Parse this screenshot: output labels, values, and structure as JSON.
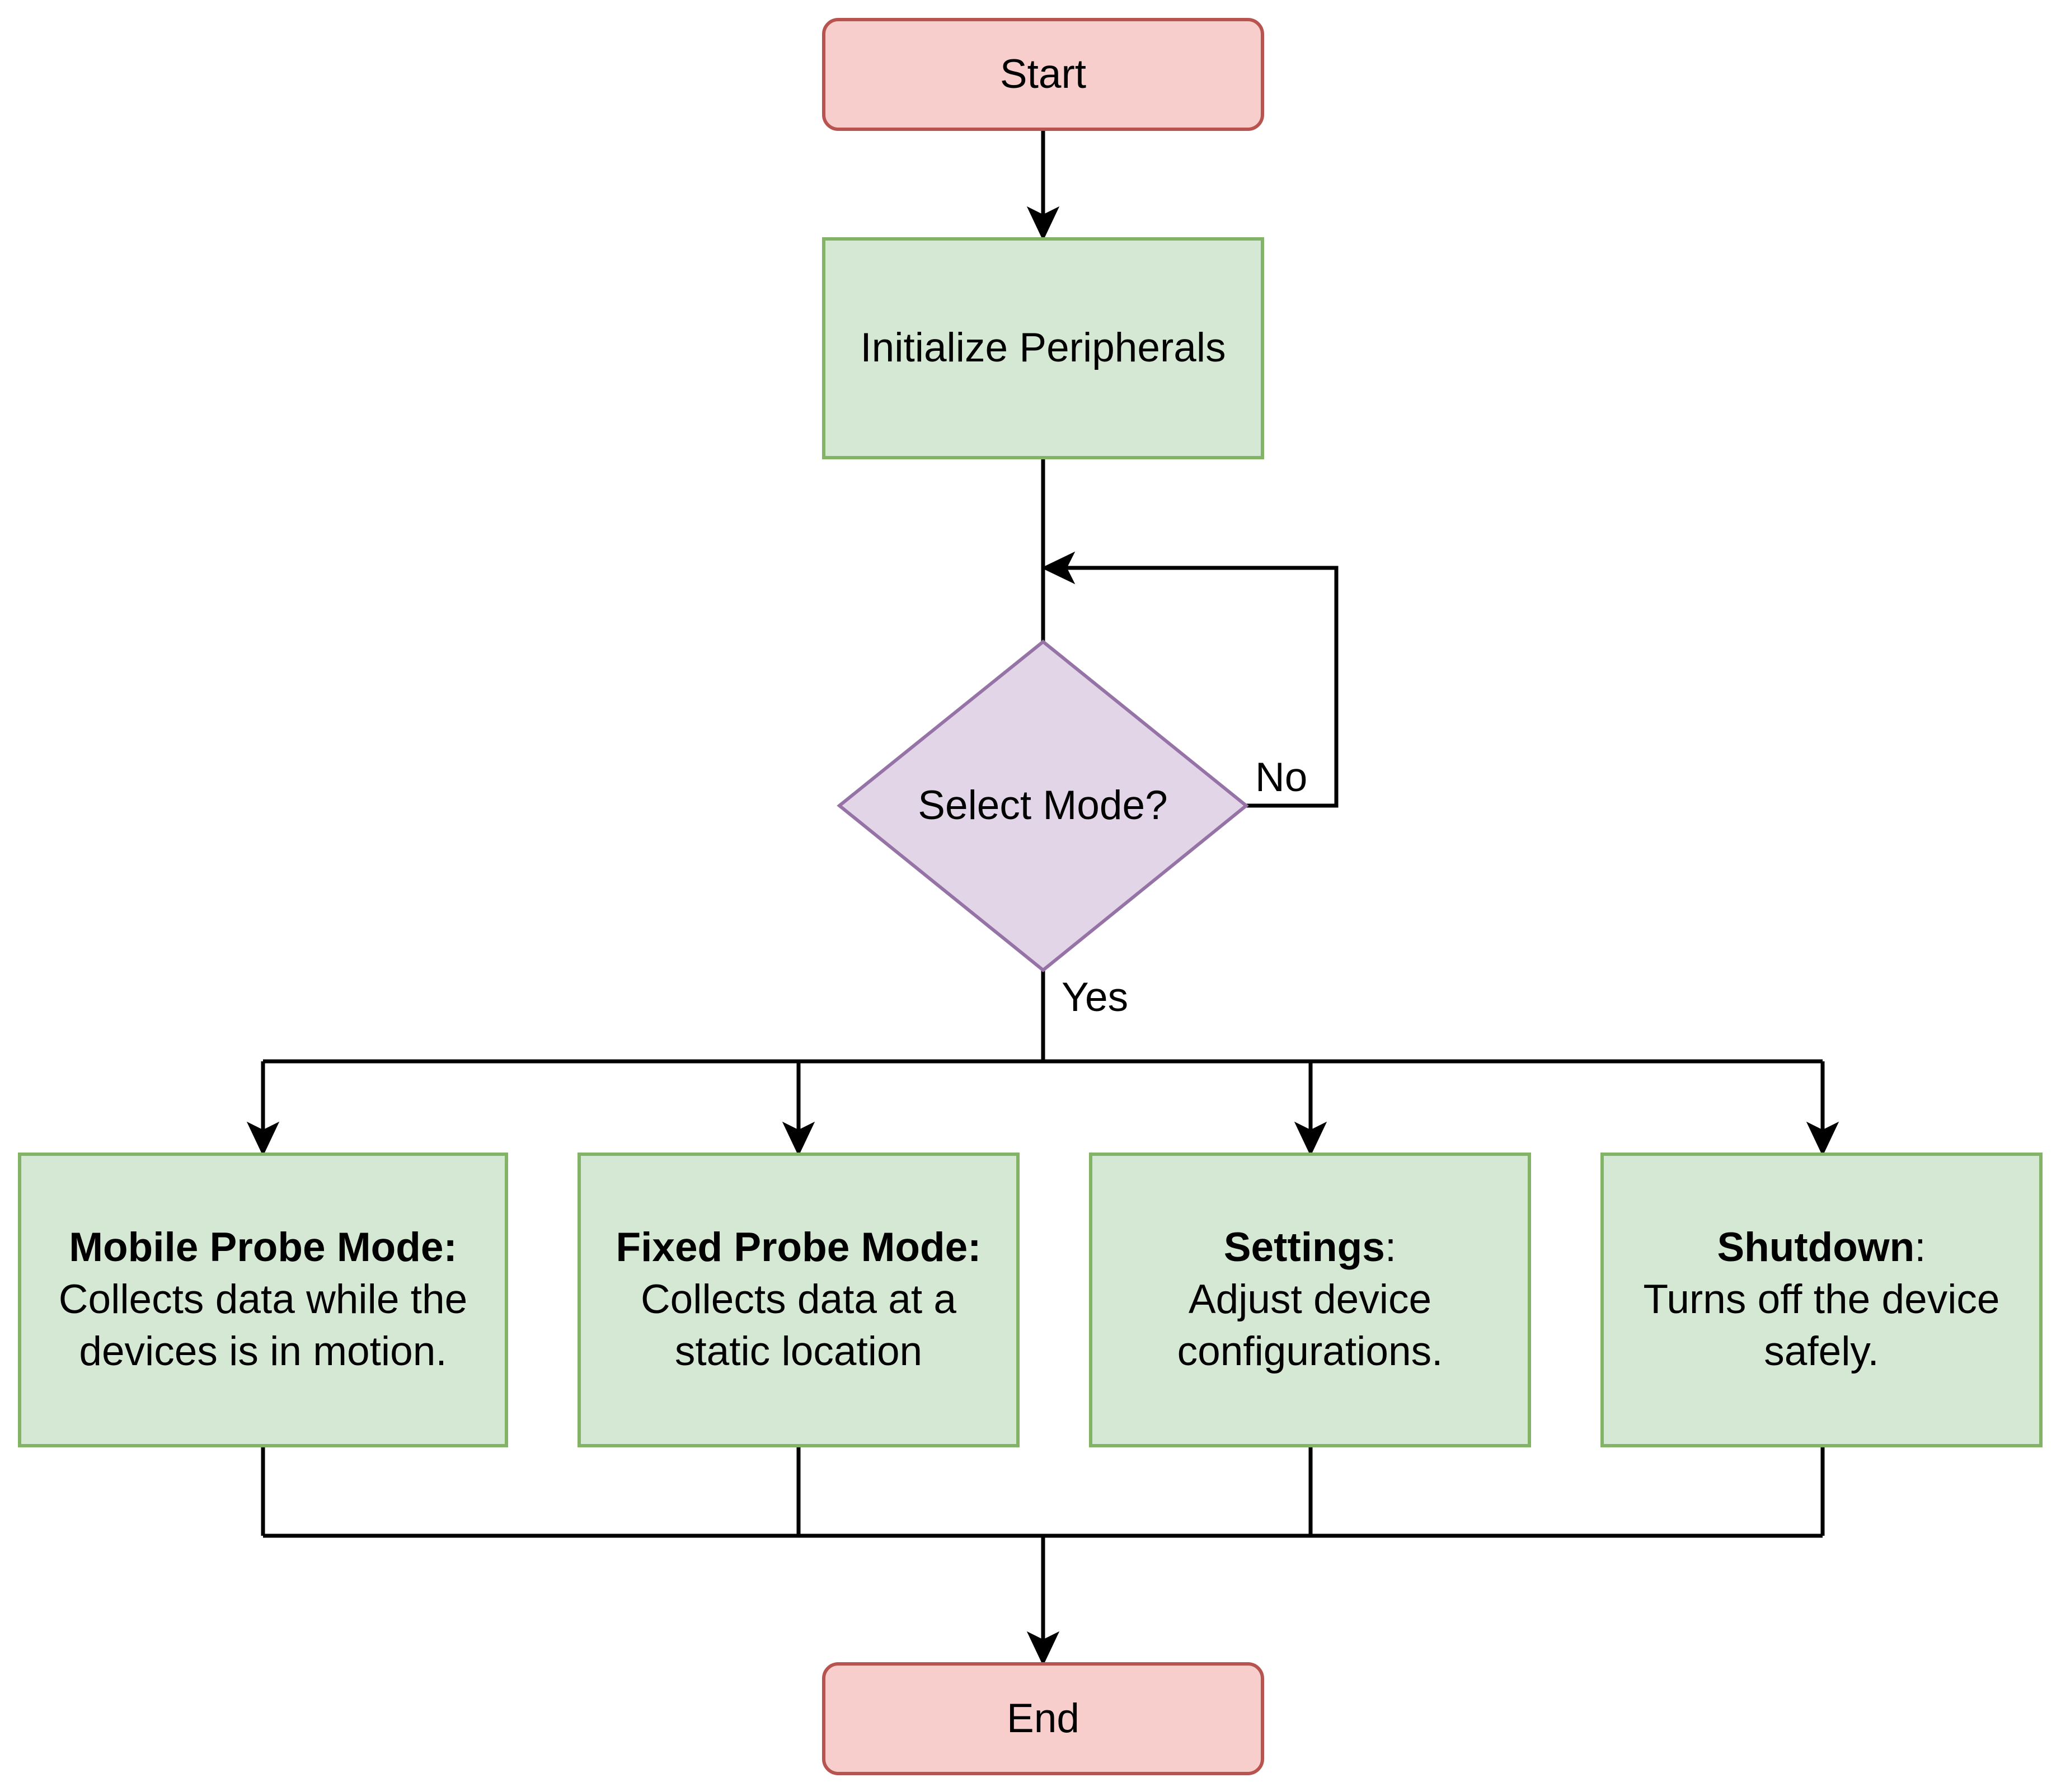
{
  "colors": {
    "terminal_fill": "#f8cecc",
    "terminal_stroke": "#b85450",
    "process_fill": "#d5e8d4",
    "process_stroke": "#82b366",
    "decision_fill": "#e1d5e7",
    "decision_stroke": "#9673a6",
    "edge": "#000000"
  },
  "nodes": {
    "start": {
      "label": "Start"
    },
    "init": {
      "label": "Initialize Peripherals"
    },
    "decision": {
      "label": "Select Mode?"
    },
    "mobile": {
      "title": "Mobile Probe Mode:",
      "line1": "Collects data while the",
      "line2": "devices is in motion."
    },
    "fixed": {
      "title": "Fixed Probe Mode:",
      "line1": "Collects data at a",
      "line2": "static location"
    },
    "settings": {
      "title": "Settings",
      "colon": ":",
      "line1": "Adjust device",
      "line2": "configurations."
    },
    "shutdown": {
      "title": "Shutdown",
      "colon": ":",
      "line1": "Turns off the device",
      "line2": "safely."
    },
    "end": {
      "label": "End"
    }
  },
  "edges": {
    "no_label": "No",
    "yes_label": "Yes"
  }
}
